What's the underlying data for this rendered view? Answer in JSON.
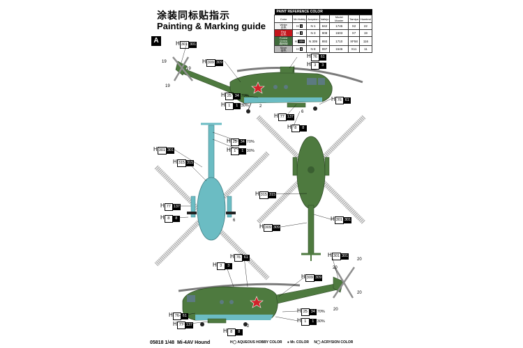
{
  "title_cn": "涂装同标贴指示",
  "title_en": "Painting & Marking guide",
  "profile_badge": "A",
  "paint_table": {
    "header": "PAINT REFERENCE COLOR",
    "columns": [
      "Color",
      "Mr.Hobby",
      "Acrysion",
      "Vallejo",
      "Model Master",
      "Tamiya",
      "Humbrol"
    ],
    "rows": [
      {
        "color_en": "White",
        "color_cn": "白色",
        "mrhobby": "1",
        "acrysion": "1",
        "vallejo": "842",
        "model_master": "1745",
        "tamiya": "X2",
        "humbrol": "22",
        "swatch": "#f3f3f3"
      },
      {
        "color_en": "Red",
        "color_cn": "红色",
        "mrhobby": "3",
        "acrysion": "3",
        "vallejo": "908",
        "model_master": "1503",
        "tamiya": "X7",
        "humbrol": "19",
        "swatch": "#c4161c"
      },
      {
        "color_en": "Forest Green",
        "color_cn": "森林绿",
        "mrhobby": "309",
        "acrysion": "309",
        "vallejo": "893",
        "model_master": "1710",
        "tamiya": "XF58",
        "humbrol": "116",
        "swatch": "#3f6b3b"
      },
      {
        "color_en": "Silver",
        "color_cn": "银色",
        "mrhobby": "8",
        "acrysion": "8",
        "vallejo": "997",
        "model_master": "1546",
        "tamiya": "X11",
        "humbrol": "11",
        "swatch": "#b8b8b8"
      }
    ]
  },
  "callouts": {
    "h": "H",
    "n": "N",
    "c301": "301",
    "c309": "309",
    "c76": "76",
    "c61": "61",
    "c3": "3",
    "c25": "25",
    "c34": "34",
    "c1": "1",
    "c77": "77",
    "c137": "137",
    "c8": "8",
    "c315": "315",
    "p70": "70%",
    "p30": "30%"
  },
  "part_numbers": {
    "n19": "19",
    "n2": "2",
    "n6": "6",
    "n20": "20"
  },
  "footer": {
    "code": "05818 1/48",
    "model": "Mi-4AV Hound"
  },
  "legend": {
    "hobby": "H◯ AQUEOUS HOBBY COLOR",
    "mr": "● Mr. COLOR",
    "acrysion": "N◯ ACRYSION COLOR"
  },
  "colors": {
    "green": "#4e7a3f",
    "blue": "#6bbcc3",
    "rotor": "#8f8f8f",
    "star": "#d2232a"
  }
}
